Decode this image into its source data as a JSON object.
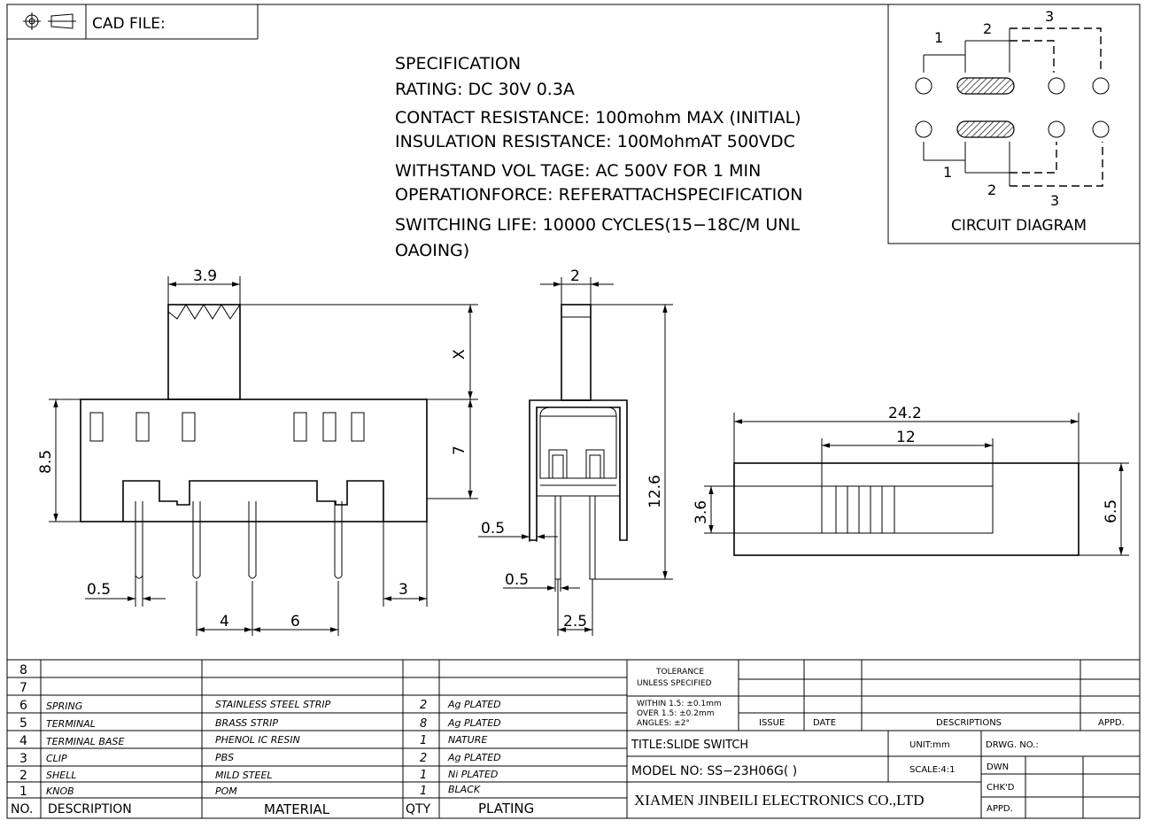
{
  "header": {
    "cad_label": "CAD FILE:"
  },
  "specification": {
    "lines": [
      "SPECIFICATION",
      "RATING: DC  30V  0.3A",
      "CONTACT  RESISTANCE: 100mohm  MAX  (INITIAL)",
      "INSULATION  RESISTANCE: 100MohmAT  500VDC",
      "WITHSTAND  VOL TAGE: AC  500V  FOR  1  MIN",
      "OPERATIONFORCE: REFERATTACHSPECIFICATION",
      "SWITCHING  LIFE: 10000  CYCLES(15−18C/M  UNL",
      "OAOING)"
    ]
  },
  "circuit": {
    "title": "CIRCUIT  DIAGRAM",
    "top_labels": [
      "1",
      "2",
      "3"
    ],
    "bottom_labels": [
      "1",
      "2",
      "3"
    ]
  },
  "dimensions": {
    "front": {
      "actuator_width": "3.9",
      "height_x": "X",
      "body_height": "7",
      "total_height": "8.5",
      "pin_width": "0.5",
      "pin_pitch_a": "4",
      "pin_pitch_b": "6",
      "end_width": "3"
    },
    "side": {
      "actuator_width": "2",
      "total_height": "12.6",
      "shell_thickness": "0.5",
      "pin_width": "0.5",
      "pin_pitch": "2.5"
    },
    "top": {
      "length": "24.2",
      "travel": "12",
      "slot_height": "3.6",
      "width": "6.5"
    }
  },
  "bom": {
    "rows": [
      {
        "no": "8",
        "description": "",
        "material": "",
        "qty": "",
        "plating": ""
      },
      {
        "no": "7",
        "description": "",
        "material": "",
        "qty": "",
        "plating": ""
      },
      {
        "no": "6",
        "description": "SPRING",
        "material": "STAINLESS  STEEL  STRIP",
        "qty": "2",
        "plating": "Ag  PLATED"
      },
      {
        "no": "5",
        "description": "TERMINAL",
        "material": "BRASS  STRIP",
        "qty": "8",
        "plating": "Ag  PLATED"
      },
      {
        "no": "4",
        "description": "TERMINAL  BASE",
        "material": "PHENOL  IC  RESIN",
        "qty": "1",
        "plating": "NATURE"
      },
      {
        "no": "3",
        "description": "CLIP",
        "material": "PBS",
        "qty": "2",
        "plating": "Ag  PLATED"
      },
      {
        "no": "2",
        "description": "SHELL",
        "material": "MILD  STEEL",
        "qty": "1",
        "plating": "Ni  PLATED"
      },
      {
        "no": "1",
        "description": "KNOB",
        "material": "POM",
        "qty": "1",
        "plating": "BLACK"
      }
    ],
    "headers": {
      "no": "NO.",
      "description": "DESCRIPTION",
      "material": "MATERIAL",
      "qty": "QTY",
      "plating": "PLATING"
    }
  },
  "title_block": {
    "tolerance_line1": "TOLERANCE",
    "tolerance_line2": "UNLESS  SPECIFIED",
    "tol_within": "WITHIN  1.5: ±0.1mm",
    "tol_over": "OVER  1.5:  ±0.2mm",
    "tol_angles": "ANGLES: ±2°",
    "issue": "ISSUE",
    "date": "DATE",
    "descriptions": "DESCRIPTIONS",
    "appd": "APPD.",
    "title": "TITLE:SLIDE  SWITCH",
    "unit": "UNIT:mm",
    "drwg_no": "DRWG.  NO.:",
    "model": "MODEL  NO: SS−23H06G(  )",
    "scale": "SCALE:4:1",
    "dwn": "DWN",
    "chkd": "CHK'D",
    "appd_short": "APPD.",
    "company": "XIAMEN JINBEILI ELECTRONICS CO.,LTD"
  }
}
